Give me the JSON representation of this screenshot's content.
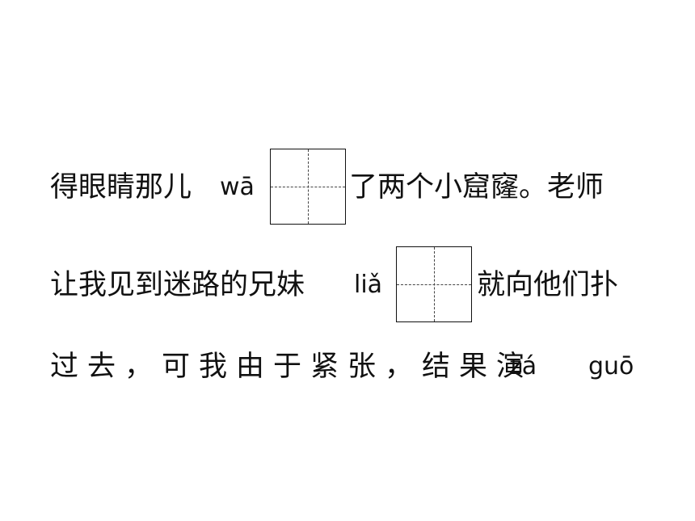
{
  "exercise": {
    "line1": {
      "before": "得眼睛那儿",
      "pinyin": "wā",
      "after": "了两个小窟窿。老师"
    },
    "line2": {
      "before": "让我见到迷路的兄妹",
      "pinyin": "liǎ",
      "after": "就向他们扑"
    },
    "line3": {
      "text": "过去，可我由于紧张，结果演",
      "pinyin1": "zá",
      "pinyin2": "guō"
    }
  }
}
